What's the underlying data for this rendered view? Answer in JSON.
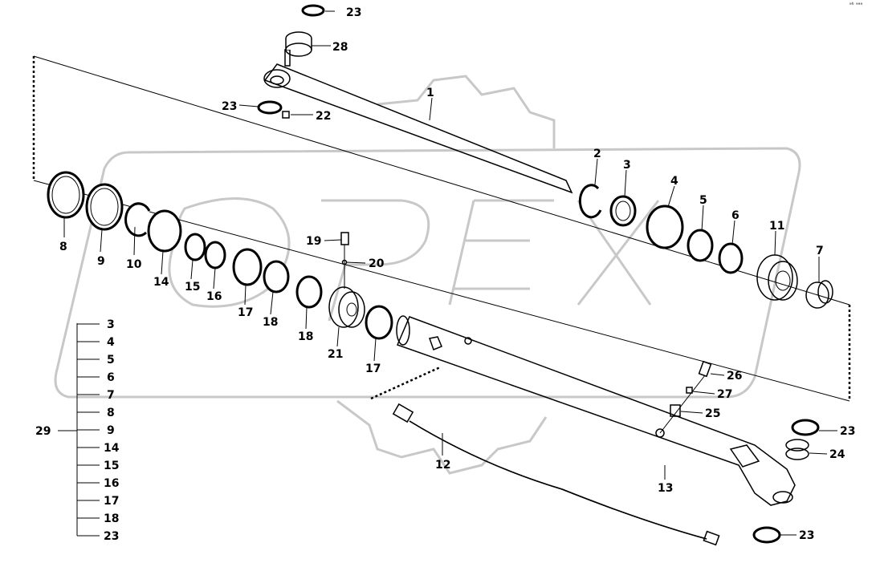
{
  "corner_mark": "ᵃᵇ ᵃᵃᵃ",
  "callouts": {
    "p1": "1",
    "p2": "2",
    "p3": "3",
    "p4": "4",
    "p5": "5",
    "p6": "6",
    "p7": "7",
    "p8": "8",
    "p9": "9",
    "p10": "10",
    "p11": "11",
    "p12": "12",
    "p13": "13",
    "p14": "14",
    "p15": "15",
    "p16": "16",
    "p17a": "17",
    "p17b": "17",
    "p18a": "18",
    "p18b": "18",
    "p19": "19",
    "p20": "20",
    "p21": "21",
    "p22": "22",
    "p23a": "23",
    "p23b": "23",
    "p23c": "23",
    "p23d": "23",
    "p24": "24",
    "p25": "25",
    "p26": "26",
    "p27": "27",
    "p28": "28"
  },
  "kit": {
    "label": "29",
    "items": [
      "3",
      "4",
      "5",
      "6",
      "7",
      "8",
      "9",
      "14",
      "15",
      "16",
      "17",
      "18",
      "23"
    ]
  }
}
